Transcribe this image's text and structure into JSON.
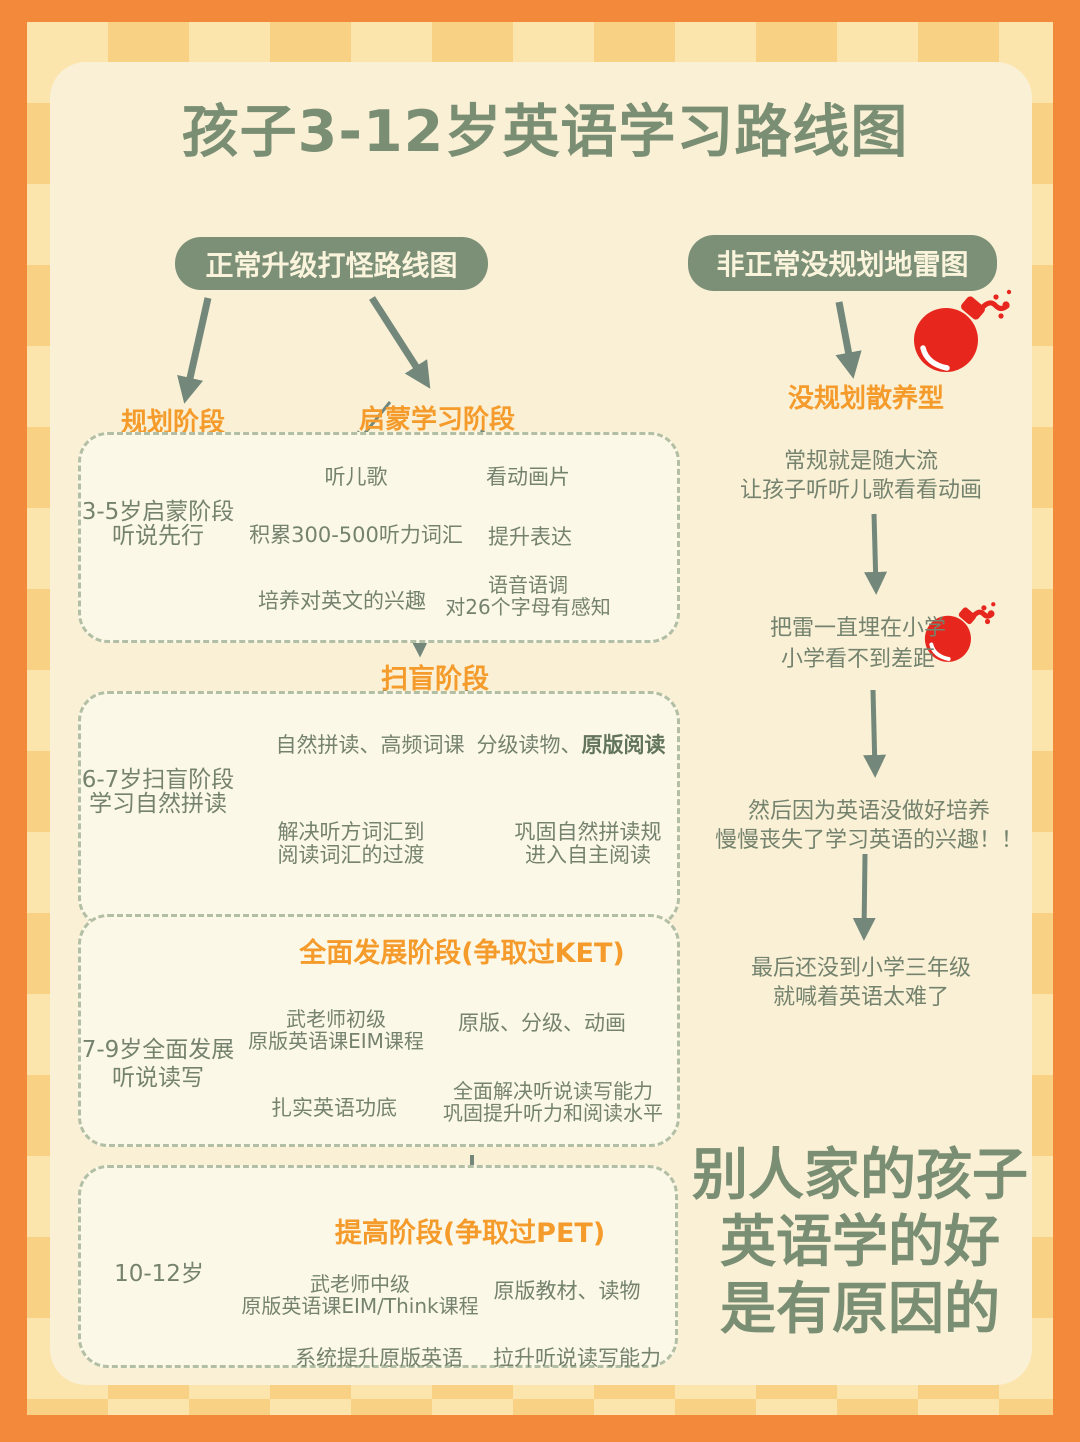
{
  "title": "孩子3-12岁英语学习路线图",
  "colors": {
    "frame_orange": "#F2893B",
    "checker_light": "#FCE5AD",
    "checker_dark": "#F9D184",
    "card_cream": "#F9F0D5",
    "sage_green": "#7C9077",
    "accent_orange": "#F59B2B",
    "flow_text_green": "#75836E",
    "bomb_red": "#E7271D"
  },
  "left_flow": {
    "header": "正常升级打怪路线图",
    "branch_labels": {
      "planning": "规划阶段",
      "enlightenment": "启蒙学习阶段",
      "literacy": "扫盲阶段"
    },
    "box1": {
      "age": [
        "3-5岁启蒙阶段",
        "听说先行"
      ],
      "col1_step1": "听儿歌",
      "col1_step2": "积累300-500听力词汇",
      "col1_step3": "培养对英文的兴趣",
      "col2_step1": "看动画片",
      "col2_step2": "提升表达",
      "col2_step3": [
        "语音语调",
        "对26个字母有感知"
      ]
    },
    "box2": {
      "age": [
        "6-7岁扫盲阶段",
        "学习自然拼读"
      ],
      "col1_step1": "自然拼读、高频词课",
      "col1_step2": [
        "解决听方词汇到",
        "阅读词汇的过渡"
      ],
      "col2_step1_normal": "分级读物、",
      "col2_step1_bold": "原版阅读",
      "col2_step2": [
        "巩固自然拼读规",
        "进入自主阅读"
      ]
    },
    "box3": {
      "title": "全面发展阶段(争取过KET)",
      "age": [
        "7-9岁全面发展",
        "听说读写"
      ],
      "col1_step1": [
        "武老师初级",
        "原版英语课EIM课程"
      ],
      "col1_step2": "扎实英语功底",
      "col2_step1": "原版、分级、动画",
      "col2_step2": [
        "全面解决听说读写能力",
        "巩固提升听力和阅读水平"
      ]
    },
    "box4": {
      "title": "提高阶段(争取过PET)",
      "age": "10-12岁",
      "col1_step1": [
        "武老师中级",
        "原版英语课EIM/Think课程"
      ],
      "col1_step2": "系统提升原版英语",
      "col2_step1": "原版教材、读物",
      "col2_step2": "拉升听说读写能力"
    }
  },
  "right_flow": {
    "header": "非正常没规划地雷图",
    "label": "没规划散养型",
    "steps": [
      [
        "常规就是随大流",
        "让孩子听听儿歌看看动画"
      ],
      [
        "把雷一直埋在小学",
        "小学看不到差距"
      ],
      [
        "然后因为英语没做好培养",
        "慢慢丧失了学习英语的兴趣！！"
      ],
      [
        "最后还没到小学三年级",
        "就喊着英语太难了"
      ]
    ],
    "conclusion": [
      "别人家的孩子",
      "英语学的好",
      "是有原因的"
    ]
  }
}
